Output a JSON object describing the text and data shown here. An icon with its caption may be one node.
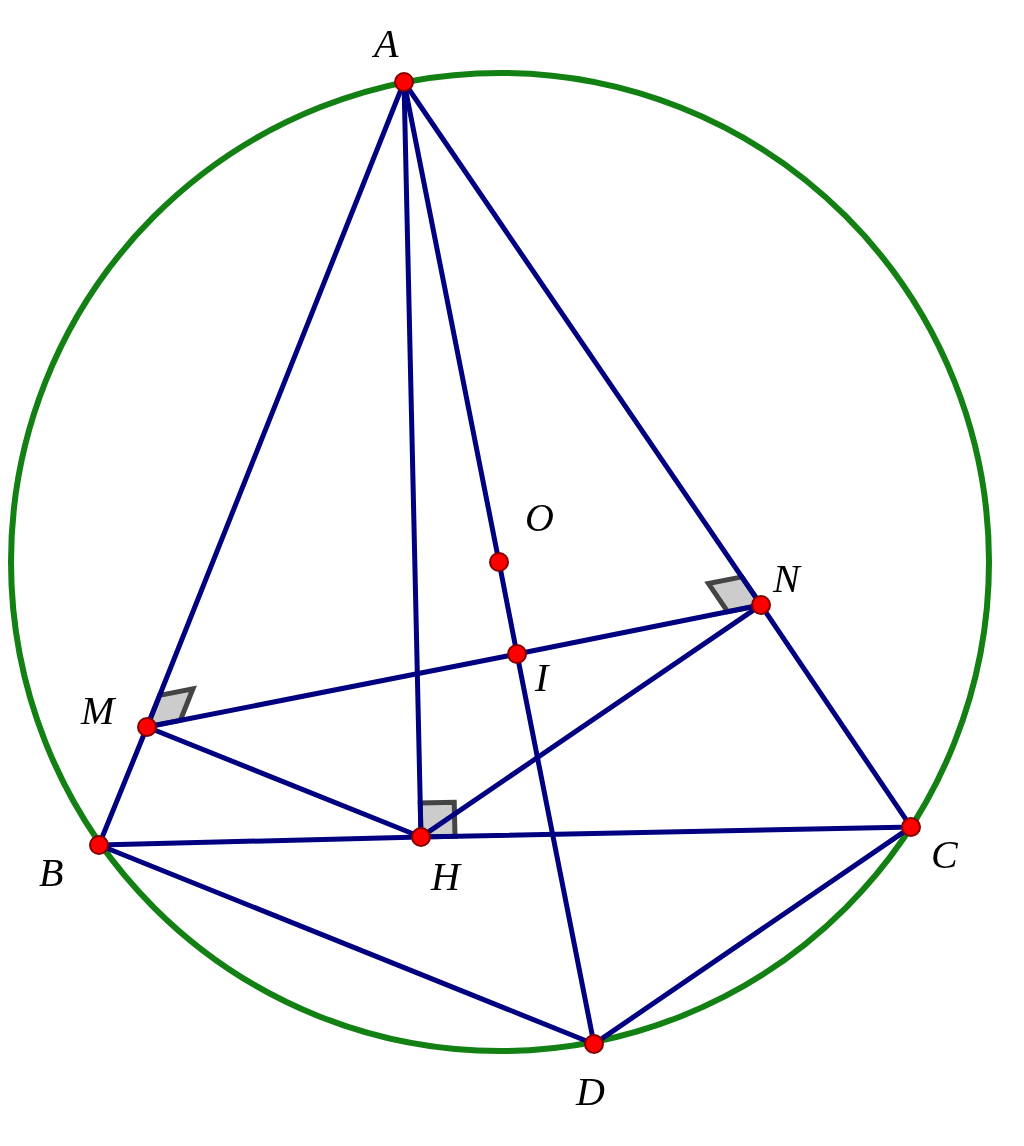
{
  "diagram": {
    "nodes": [
      {
        "text": [
          "A"
        ]
      },
      {
        "text": [
          "B"
        ]
      },
      {
        "text": [
          "C"
        ]
      },
      {
        "text": [
          "D"
        ]
      },
      {
        "text": [
          "H"
        ]
      },
      {
        "text": [
          "M"
        ]
      },
      {
        "text": [
          "N"
        ]
      },
      {
        "text": [
          "O"
        ]
      },
      {
        "text": [
          "I"
        ]
      }
    ],
    "edges": [
      {
        "from": 0,
        "to": 5,
        "arrow": "none"
      },
      {
        "from": 5,
        "to": 1,
        "arrow": "none"
      },
      {
        "from": 0,
        "to": 6,
        "arrow": "none"
      },
      {
        "from": 6,
        "to": 2,
        "arrow": "none"
      },
      {
        "from": 0,
        "to": 4,
        "arrow": "none"
      },
      {
        "from": 0,
        "to": 7,
        "arrow": "none"
      },
      {
        "from": 7,
        "to": 8,
        "arrow": "none"
      },
      {
        "from": 8,
        "to": 3,
        "arrow": "none"
      },
      {
        "from": 1,
        "to": 4,
        "arrow": "none"
      },
      {
        "from": 4,
        "to": 2,
        "arrow": "none"
      },
      {
        "from": 5,
        "to": 8,
        "arrow": "none"
      },
      {
        "from": 8,
        "to": 6,
        "arrow": "none"
      },
      {
        "from": 5,
        "to": 4,
        "arrow": "none"
      },
      {
        "from": 4,
        "to": 6,
        "arrow": "none"
      },
      {
        "from": 1,
        "to": 3,
        "arrow": "none"
      },
      {
        "from": 3,
        "to": 2,
        "arrow": "none"
      }
    ]
  }
}
